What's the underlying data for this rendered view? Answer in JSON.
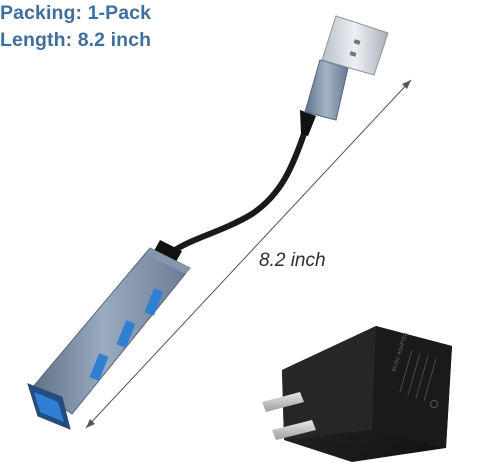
{
  "specs": {
    "packing": "Packing: 1-Pack",
    "length": "Length: 8.2 inch"
  },
  "dimension_label": "8.2 inch",
  "adapter_label_text": "AC/DC ADAPTER",
  "colors": {
    "spec_text": "#3f6f9f",
    "hub_body": "#7d8fa6",
    "usb_port_blue": "#2f7fd3",
    "cable": "#1a1a1a",
    "adapter": "#1c1c1c",
    "prongs": "#c9c9c9"
  }
}
